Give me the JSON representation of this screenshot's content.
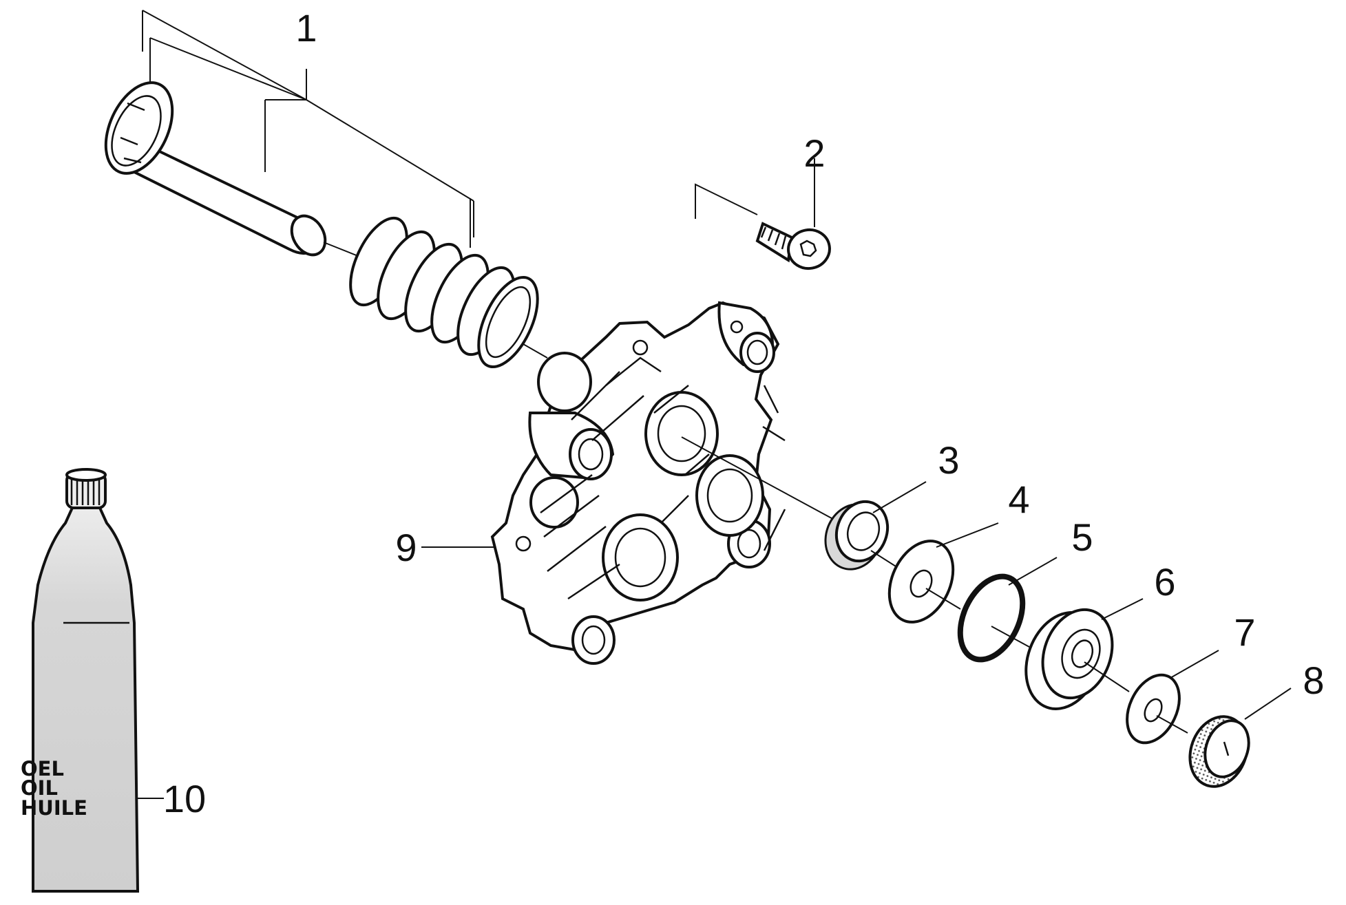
{
  "callouts": [
    {
      "id": "1",
      "label": "1"
    },
    {
      "id": "2",
      "label": "2"
    },
    {
      "id": "3",
      "label": "3"
    },
    {
      "id": "4",
      "label": "4"
    },
    {
      "id": "5",
      "label": "5"
    },
    {
      "id": "6",
      "label": "6"
    },
    {
      "id": "7",
      "label": "7"
    },
    {
      "id": "8",
      "label": "8"
    },
    {
      "id": "9",
      "label": "9"
    },
    {
      "id": "10",
      "label": "10"
    }
  ],
  "bottle_label": {
    "line1": "OEL",
    "line2": "OIL",
    "line3": "HUILE"
  },
  "colors": {
    "line": "#111111",
    "fill": "#ffffff",
    "shade": "#d9d9d9",
    "bottle_top": "#eeeeee",
    "bottle_liquid": "#d2d2d2"
  }
}
